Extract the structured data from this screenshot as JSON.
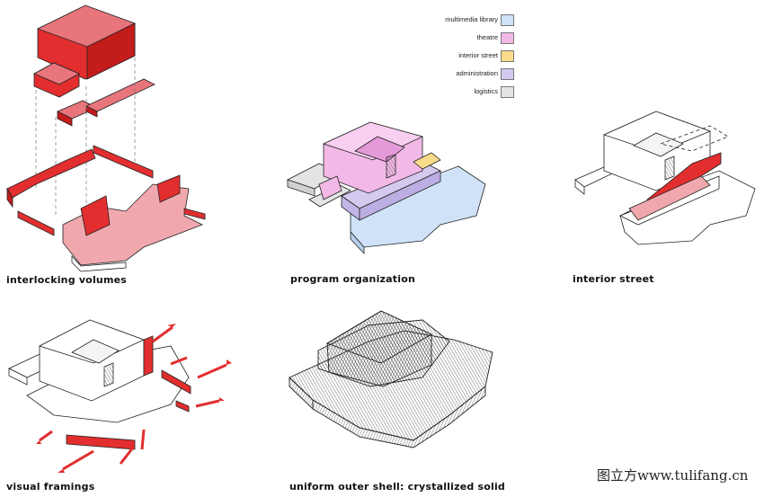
{
  "captions": {
    "p1": "interlocking volumes",
    "p2": "program organization",
    "p3": "interior street",
    "p4": "visual framings",
    "p5": "uniform outer shell: crystallized solid"
  },
  "legend": [
    {
      "label": "multimedia library",
      "color": "#cfe2f7"
    },
    {
      "label": "theatre",
      "color": "#f2b9e6"
    },
    {
      "label": "interior street",
      "color": "#f8dc8a"
    },
    {
      "label": "administration",
      "color": "#d5c9f0"
    },
    {
      "label": "logistics",
      "color": "#e4e4e4"
    }
  ],
  "watermark": "图立方www.tulifang.cn",
  "colors": {
    "red": "#e22e2e",
    "red_light": "#e8757c",
    "pink": "#f0a8ae",
    "line": "#222222",
    "library": "#cfe2f7",
    "theatre": "#f2b9e6",
    "street": "#f8dc8a",
    "admin": "#d5c9f0",
    "logistics": "#e4e4e4"
  }
}
